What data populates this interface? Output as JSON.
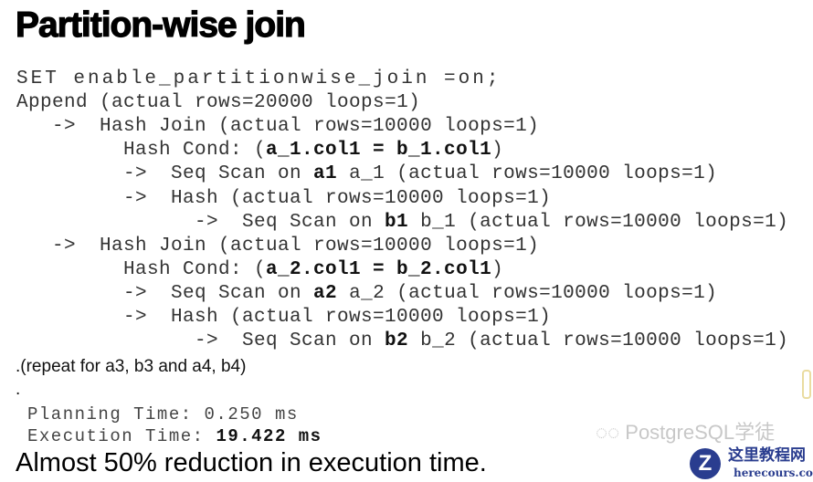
{
  "title": "Partition-wise join",
  "code_lines": [
    {
      "indent": 0,
      "segs": [
        {
          "t": "SET enable_partitionwise_join =on;"
        }
      ]
    },
    {
      "indent": 0,
      "segs": [
        {
          "t": "Append (actual rows=20000 loops=1)"
        }
      ]
    },
    {
      "indent": 2.5,
      "segs": [
        {
          "t": "->  Hash Join (actual rows=10000 loops=1)"
        }
      ]
    },
    {
      "indent": 7.5,
      "segs": [
        {
          "t": "Hash Cond: ("
        },
        {
          "t": "a_1.col1 = b_1.col1",
          "b": true
        },
        {
          "t": ")"
        }
      ]
    },
    {
      "indent": 7.5,
      "segs": [
        {
          "t": "->  Seq Scan on "
        },
        {
          "t": "a1",
          "b": true
        },
        {
          "t": " a_1 (actual rows=10000 loops=1)"
        }
      ]
    },
    {
      "indent": 7.5,
      "segs": [
        {
          "t": "->  Hash (actual rows=10000 loops=1)"
        }
      ]
    },
    {
      "indent": 12.5,
      "segs": [
        {
          "t": "->  Seq Scan on "
        },
        {
          "t": "b1",
          "b": true
        },
        {
          "t": " b_1 (actual rows=10000 loops=1)"
        }
      ]
    },
    {
      "indent": 2.5,
      "segs": [
        {
          "t": "->  Hash Join (actual rows=10000 loops=1)"
        }
      ]
    },
    {
      "indent": 7.5,
      "segs": [
        {
          "t": "Hash Cond: ("
        },
        {
          "t": "a_2.col1 = b_2.col1",
          "b": true
        },
        {
          "t": ")"
        }
      ]
    },
    {
      "indent": 7.5,
      "segs": [
        {
          "t": "->  Seq Scan on "
        },
        {
          "t": "a2",
          "b": true
        },
        {
          "t": " a_2 (actual rows=10000 loops=1)"
        }
      ]
    },
    {
      "indent": 7.5,
      "segs": [
        {
          "t": "->  Hash (actual rows=10000 loops=1)"
        }
      ]
    },
    {
      "indent": 12.5,
      "segs": [
        {
          "t": "->  Seq Scan on "
        },
        {
          "t": "b2",
          "b": true
        },
        {
          "t": " b_2 (actual rows=10000 loops=1)"
        }
      ]
    }
  ],
  "repeat_note": ".(repeat for a3, b3 and a4, b4)",
  "dot": ".",
  "planning_label": "Planning Time: ",
  "planning_value": "0.250 ms",
  "execution_label": "Execution Time: ",
  "execution_value": "19.422 ms",
  "conclusion": "Almost 50% reduction in execution time.",
  "watermark": "PostgreSQL学徒",
  "logo": {
    "letter": "Z",
    "cn": "这里教程网",
    "url": "herecours.com"
  }
}
